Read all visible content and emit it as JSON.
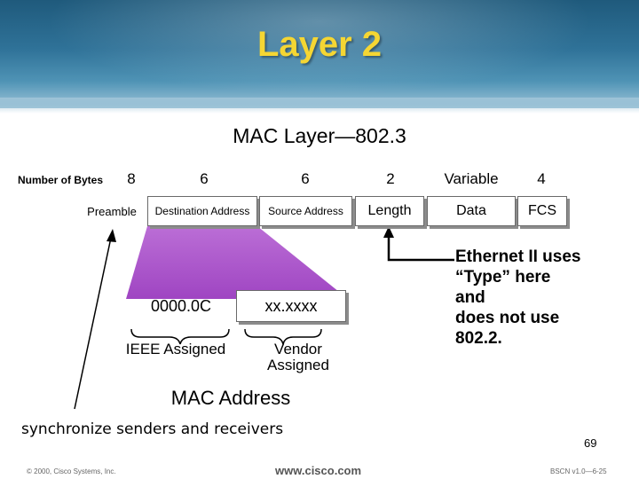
{
  "slide": {
    "title": "Layer 2",
    "subtitle": "MAC Layer—802.3",
    "number_of_bytes_label": "Number of Bytes",
    "byte_counts": [
      "8",
      "6",
      "6",
      "2",
      "Variable",
      "4"
    ],
    "frame_fields": [
      "Preamble",
      "Destination Address",
      "Source Address",
      "Length",
      "Data",
      "FCS"
    ],
    "mac_parts": [
      "0000.0C",
      "xx.xxxx"
    ],
    "mac_part_labels": [
      "IEEE Assigned",
      "Vendor",
      "Assigned"
    ],
    "mac_address_label": "MAC Address",
    "sync_label": "synchronize senders and receivers",
    "ethernet_note": [
      "Ethernet II uses",
      "“Type” here",
      "and",
      "does not use",
      "802.2."
    ],
    "page_number": "69",
    "footer_left": "© 2000, Cisco Systems, Inc.",
    "footer_center": "www.cisco.com",
    "footer_right": "BSCN v1.0—6-25"
  },
  "colors": {
    "title": "#f5d633",
    "header": "#2f7298",
    "purple_fill": "#a64fc8"
  }
}
